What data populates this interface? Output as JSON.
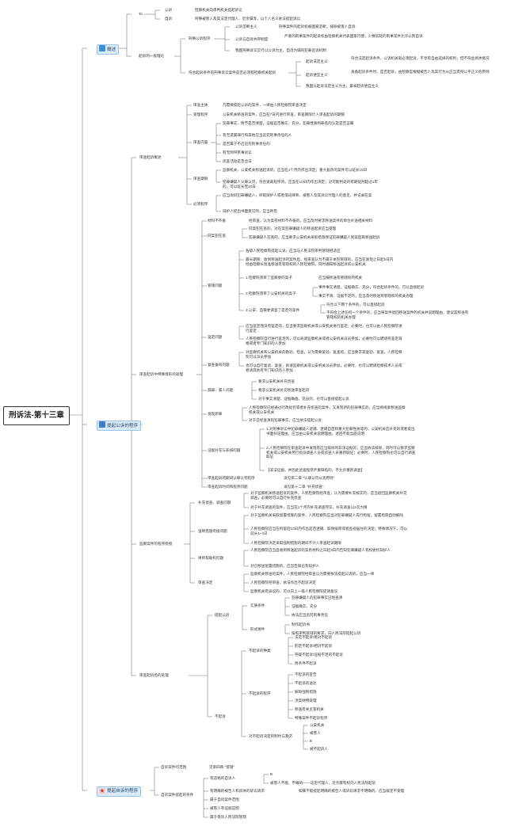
{
  "root": "刑诉法-第十三章",
  "categories": {
    "overview": "概述",
    "public": "提起公诉的程序",
    "private": "提起自诉的程序"
  },
  "overview": {
    "t1": "To",
    "t1a": "公诉",
    "t1a_desc": "检察机关向审判机关提起诉讼",
    "t1b": "自诉",
    "t1b_desc": "刑事被害人及其法定代理人、近亲属等，以个人名义依法提起诉讼",
    "kind": "起诉的一般理论",
    "k1": "刑事公诉程序",
    "k1a": "公诉垄断主义",
    "k1a_desc": "刑事案件的起诉权被国家垄断，排除被害人自诉",
    "k1b": "公诉与自诉并存制度",
    "k1b_desc": "严重的刑事案件的起诉权由检察机关代表国家行使，少数较轻的刑事案件允许公民自诉",
    "k1c": "我国刑事诉讼实行以公诉为主、自诉为辅的犯罪追诉机制",
    "k2": "符合起诉条件的刑事诉讼案件是否必须有检察机关起诉",
    "k2a": "起诉法定主义",
    "k2a_desc": "符合法定起诉条件，公诉机关就必须起诉，不享有自由选择的权利，但不符合具体情况",
    "k2b": "起诉便宜主义",
    "k2b_desc": "具备起诉条件时，是否起诉，由检察官根据被告人及其行为从应当贯彻公平正义的原则",
    "k2c": "我国以起诉法定主义为主，兼采起诉便宜主义"
  },
  "review": {
    "title": "审查起诉概述",
    "r1": "审查主体",
    "r1_desc": "凡需要提起公诉的案件，一律由人民检察院审查决定",
    "r2": "受理程序",
    "r2_desc": "公安机关移送的案件，应当在7日内进行审查，审查期限计入审查起诉的期限",
    "r3": "审查内容",
    "r3a": "犯罪事实、情节是否清楚，证据是否确实、充分，犯罪性质和罪名的认定是否正确",
    "r3b": "有无遗漏罪行和其他应当追究刑事责任的人",
    "r3c": "是否属于不应追究刑事责任的",
    "r3d": "有无附带民事诉讼",
    "r3e": "侦查活动是否合法",
    "r4": "审查期限",
    "r4a": "监察机关、公安机关移送起诉的，应当在1个月内作出决定；重大复杂的案件可以延长15日",
    "r4b": "犯罪嫌疑人认罪认罚，符合速裁程序的，应当在10日内作出决定；对可能判处的有期徒刑超过1年的，可以延长至15日",
    "r5": "必须程序",
    "r5a": "应当询问犯罪嫌疑人，听取辩护人或者值班律师、被害人及其诉讼代理人的意见，并记录在案",
    "r5b": "辩护人提出书面意见的，应当附卷"
  },
  "special": {
    "title": "审查起诉中特殊情形的处理",
    "a": "材料不齐备",
    "a_desc": "经审查，认为案卷材料不齐备的，应当及时要求移送案件的单位补送相关材料",
    "b": "同案犯在逃",
    "b1": "同案犯在逃的，对在案犯罪嫌疑人的移送起诉应当受理",
    "b2": "犯罪嫌疑人在逃的，应当要求公安机关采取措施保证犯罪嫌疑人到案后再移送起诉",
    "c": "管辖问题",
    "c1": "各级人民检察院提起公诉，应当与人民法院审判管辖相适应",
    "c2": "最长期限：收到移送起诉的案件后，经审查认为不属于本院管辖的，应当在发现之日起5日内经由检察长批准移送有管辖权的人民检察院，同时通知移送起诉的公安机关",
    "c3": "1.检察院须审了监察委的案子",
    "c3_desc": "应当报移送有管辖权的机关",
    "c4": "2.检察院须审了公安机关的案子",
    "c4a": "事件事实清楚，证据确实、充分，符合起诉条件的，可以直接起诉",
    "c4b": "事实不清、证据不足的，应当及时移送有管辖权的机关办理",
    "c5": "3.公安、监察委调查了是走的案件",
    "c5a": "符合以下两个条件的，可以直接起诉",
    "c5b": "不符合上述任何一个条件的，应当将案件退回移送案件的机关并说明理由，建议其移送有管辖权的机关办理",
    "d": "鉴定问题",
    "d1": "应当鉴定而没有鉴定的，应当要求监察机关或公安机关进行鉴定；必要时，也可以由人民检察院进行鉴定",
    "d2": "人民检察院自行进行鉴定的，可以商请监察机关或者公安机关派员参加，必要时可以聘请有鉴定资格或者专门知识的人参加",
    "e": "复查备询问题",
    "e1": "对监察机关和公安机关的勘验、检查，认为需要复验、复查的，应当要求其复验、复查，人民检察院可以派员参加",
    "e2": "也可以自行复验、复查，商请监察机关或公安机关派员参加，必要时，也可以聘请检察技术人员或者请其他有专门知识的人参加",
    "f": "漏罪、漏人问题",
    "f1": "要求公安机关补充侦查",
    "f2": "要求公安机关补充移送审查起诉",
    "f3": "对于事实清楚、证据确凿、充分的，也可以直接提起公诉",
    "g": "发现新罪",
    "g1": "人民检察院已经通过行政处罚或者补充侦查的案件，又发现新的犯罪事实的，应当将线索移送监察机关或公安机关",
    "g2": "对于已经查清的犯罪事实，应当依法提起公诉",
    "h": "证据补充与非排问题",
    "h1": "1.对刑事诉讼中犯罪嫌疑人退捕、逮捕自首和重大犯罪性质等的，公安机关应补充的或者提出书面补证理由，应当由公安机关说明理由，退回不能当庭说明",
    "h2": "2.人民检察院在审查起诉中发现有应当排除的非法证据的，应当依法排除，同时可以要求监察机关或公安机关另行指派调查人员或侦查人员重新取证；必要时，人民检察院也可以自行调查取证",
    "h3": "【非法证据，并因此侦查程序严重缺陷的，不允许重新调查】",
    "i": "审查起诉的期间认罪认罚程序",
    "i_desc": "详见第二章 \"认罪认罚从宽原则\"",
    "j": "审查起诉时间和程序问题",
    "j_desc": "详见第十二章 \"补充侦查\""
  },
  "supervise": {
    "title": "监察案件的程序衔接",
    "a": "补充侦查、调查问题",
    "a1": "对于监察机关移送起诉的案件，人民检察院经审查，认为需要补充核实的，应当退回监察机关补充调查，必要时可以自行补充侦查",
    "a2": "对于补充调查的案件，应当在1个月内补充调查完毕，补充调查以2次为限",
    "b": "强制措施衔接问题",
    "b1": "对于监察机关采取留置措施的案件，人民检察院应当对犯罪嫌疑人先行拘留，留置措施自动解除",
    "b2": "人民检察院应当在拘留后10日内作出是否逮捕、取保候审或者监视居住的决定；特殊情况下，可以延长1~4日",
    "b3": "人民检察院决定采取强制措施的期间不计入审查起诉期限",
    "c": "律师帮助权问题",
    "c1": "人民检察院应当自收到移送起诉的案卷材料之日起3日内告知犯罪嫌疑人有权委托辩护人",
    "c2": "对已移送留置措施的，应当告知已有辩护人",
    "d": "审查决定",
    "d1": "监察机关移送的案件，人民检察院经审查认为需要依法提起公诉的，应当一律",
    "d2": "人民检察院经审查，依法作出不起诉决定",
    "d3": "监察机关有异议的，可以向上一级人民检察院提请复议"
  },
  "handling": {
    "title": "审查起诉后的处理",
    "a": "提起公诉",
    "a1": "实质条件",
    "a1a": "犯罪嫌疑人的犯罪事实已经查清",
    "a1b": "证据确实、充分",
    "a1c": "依法应当追究刑事责任",
    "a2": "形式要件",
    "a2a": "制作起诉书",
    "a2b": "按照审判管辖的要求，向人民法院提起公诉",
    "b": "不起诉",
    "b1": "不起诉的种类",
    "b1a": "法定不起诉/绝对不起诉",
    "b1b": "酌定不起诉/相对不起诉",
    "b1c": "存疑不起诉/证据不足的不起诉",
    "b1d": "附条件不起诉",
    "b2": "不起诉的程序",
    "b2a": "不起诉的宣告",
    "b2b": "不起诉的送达",
    "b2c": "解除强制措施",
    "b2d": "涉案财物处理",
    "b2e": "移送有关主管机关",
    "b2f": "特殊案件不起诉程序",
    "b3": "对不起诉决定的制约与救济",
    "b3a": "公安机关",
    "b3b": "被害人",
    "b3c": "B",
    "b3d": "被不起诉人"
  },
  "private_proc": {
    "scope": "自诉案件的范围",
    "scope_desc": "见第四章 \"管辖\"",
    "cond": "自诉案件提起的条件",
    "c1": "有适格的自诉人",
    "c1a": "B",
    "c1b": "被害人不能、不敢的——法定代理人、近亲属有权向人民法院起诉",
    "c2": "有明确的被告人和具体的诉讼请求",
    "c2_desc": "如属不能提起明确的被告人或诉讼请求不明确的，应当裁定不受理",
    "c3": "属于自诉案件范围",
    "c4": "被害人有证据证明",
    "c5": "属于受诉人民法院管辖"
  }
}
